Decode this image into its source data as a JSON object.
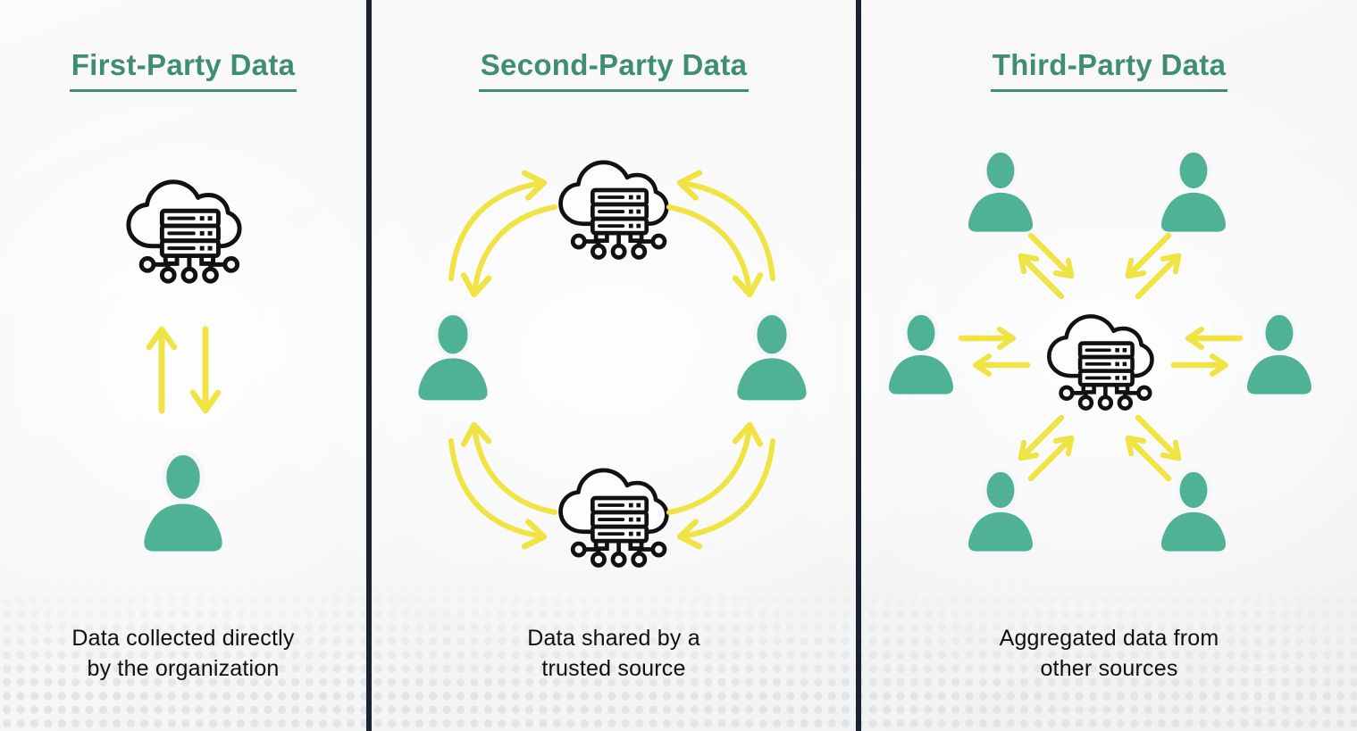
{
  "colors": {
    "heading_green": "#3e8d74",
    "person_teal": "#4fb297",
    "arrow_yellow": "#f0e444",
    "divider_navy": "#1b2333",
    "icon_outline": "#111111",
    "caption_text": "#0f0f0f",
    "dot_gray": "#e2e4e7"
  },
  "panels": [
    {
      "id": "first-party",
      "title": "First-Party Data",
      "caption_lines": [
        "Data collected directly",
        "by the organization"
      ],
      "elements": [
        "cloud-server-icon",
        "up-arrow",
        "down-arrow",
        "person-icon"
      ]
    },
    {
      "id": "second-party",
      "title": "Second-Party Data",
      "caption_lines": [
        "Data shared by a",
        "trusted source"
      ],
      "elements": [
        "cloud-server-icon-top",
        "cloud-server-icon-bottom",
        "person-icon-left",
        "person-icon-right",
        "curved-exchange-arrows-x4"
      ]
    },
    {
      "id": "third-party",
      "title": "Third-Party Data",
      "caption_lines": [
        "Aggregated data from",
        "other sources"
      ],
      "elements": [
        "cloud-server-icon-center",
        "person-icon-x6",
        "straight-exchange-arrows-x6"
      ]
    }
  ]
}
